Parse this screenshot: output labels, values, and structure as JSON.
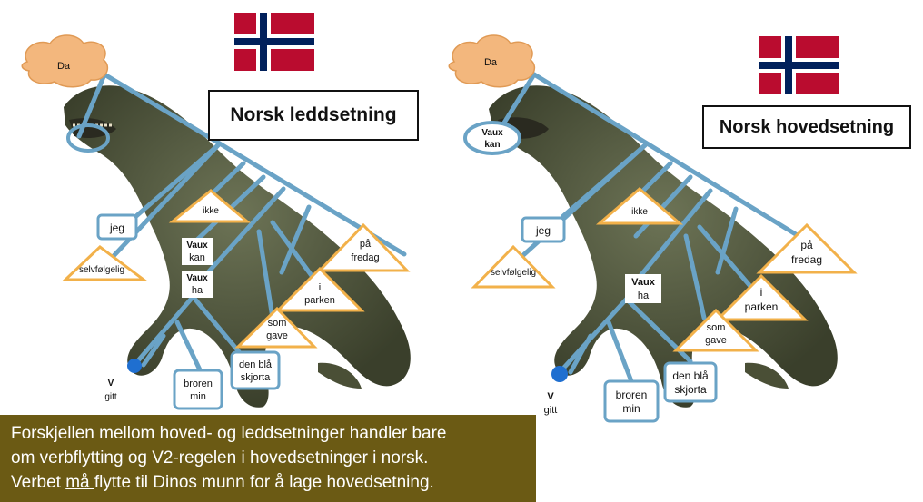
{
  "colors": {
    "tree_line": "#6aa3c6",
    "triangle": "#f2b14a",
    "cloud": "#f3b77d",
    "caption_bg": "#6b5a14"
  },
  "left": {
    "title": "Norsk leddsetning",
    "cloud": "Da",
    "subject": "jeg",
    "adverb1": "selvfølgelig",
    "neg": "ikke",
    "vaux1_bold": "Vaux",
    "vaux1_word": "kan",
    "vaux2_bold": "Vaux",
    "vaux2_word": "ha",
    "time_line1": "på",
    "time_line2": "fredag",
    "place_line1": "i",
    "place_line2": "parken",
    "gift_line1": "som",
    "gift_line2": "gave",
    "object_line1": "den blå",
    "object_line2": "skjorta",
    "recipient_line1": "broren",
    "recipient_line2": "min",
    "verb_bold": "V",
    "verb_word": "gitt"
  },
  "right": {
    "title": "Norsk hovedsetning",
    "cloud": "Da",
    "mouth_bold": "Vaux",
    "mouth_word": "kan",
    "subject": "jeg",
    "adverb1": "selvfølgelig",
    "neg": "ikke",
    "vaux2_bold": "Vaux",
    "vaux2_word": "ha",
    "time_line1": "på",
    "time_line2": "fredag",
    "place_line1": "i",
    "place_line2": "parken",
    "gift_line1": "som",
    "gift_line2": "gave",
    "object_line1": "den blå",
    "object_line2": "skjorta",
    "recipient_line1": "broren",
    "recipient_line2": "min",
    "verb_bold": "V",
    "verb_word": "gitt"
  },
  "caption": {
    "line1": "Forskjellen mellom hoved- og leddsetninger handler bare",
    "line2": "om verbflytting og V2-regelen i hovedsetninger i norsk.",
    "line3_before": "Verbet ",
    "line3_underlined": "må ",
    "line3_after": "flytte til Dinos munn for å lage hovedsetning."
  }
}
